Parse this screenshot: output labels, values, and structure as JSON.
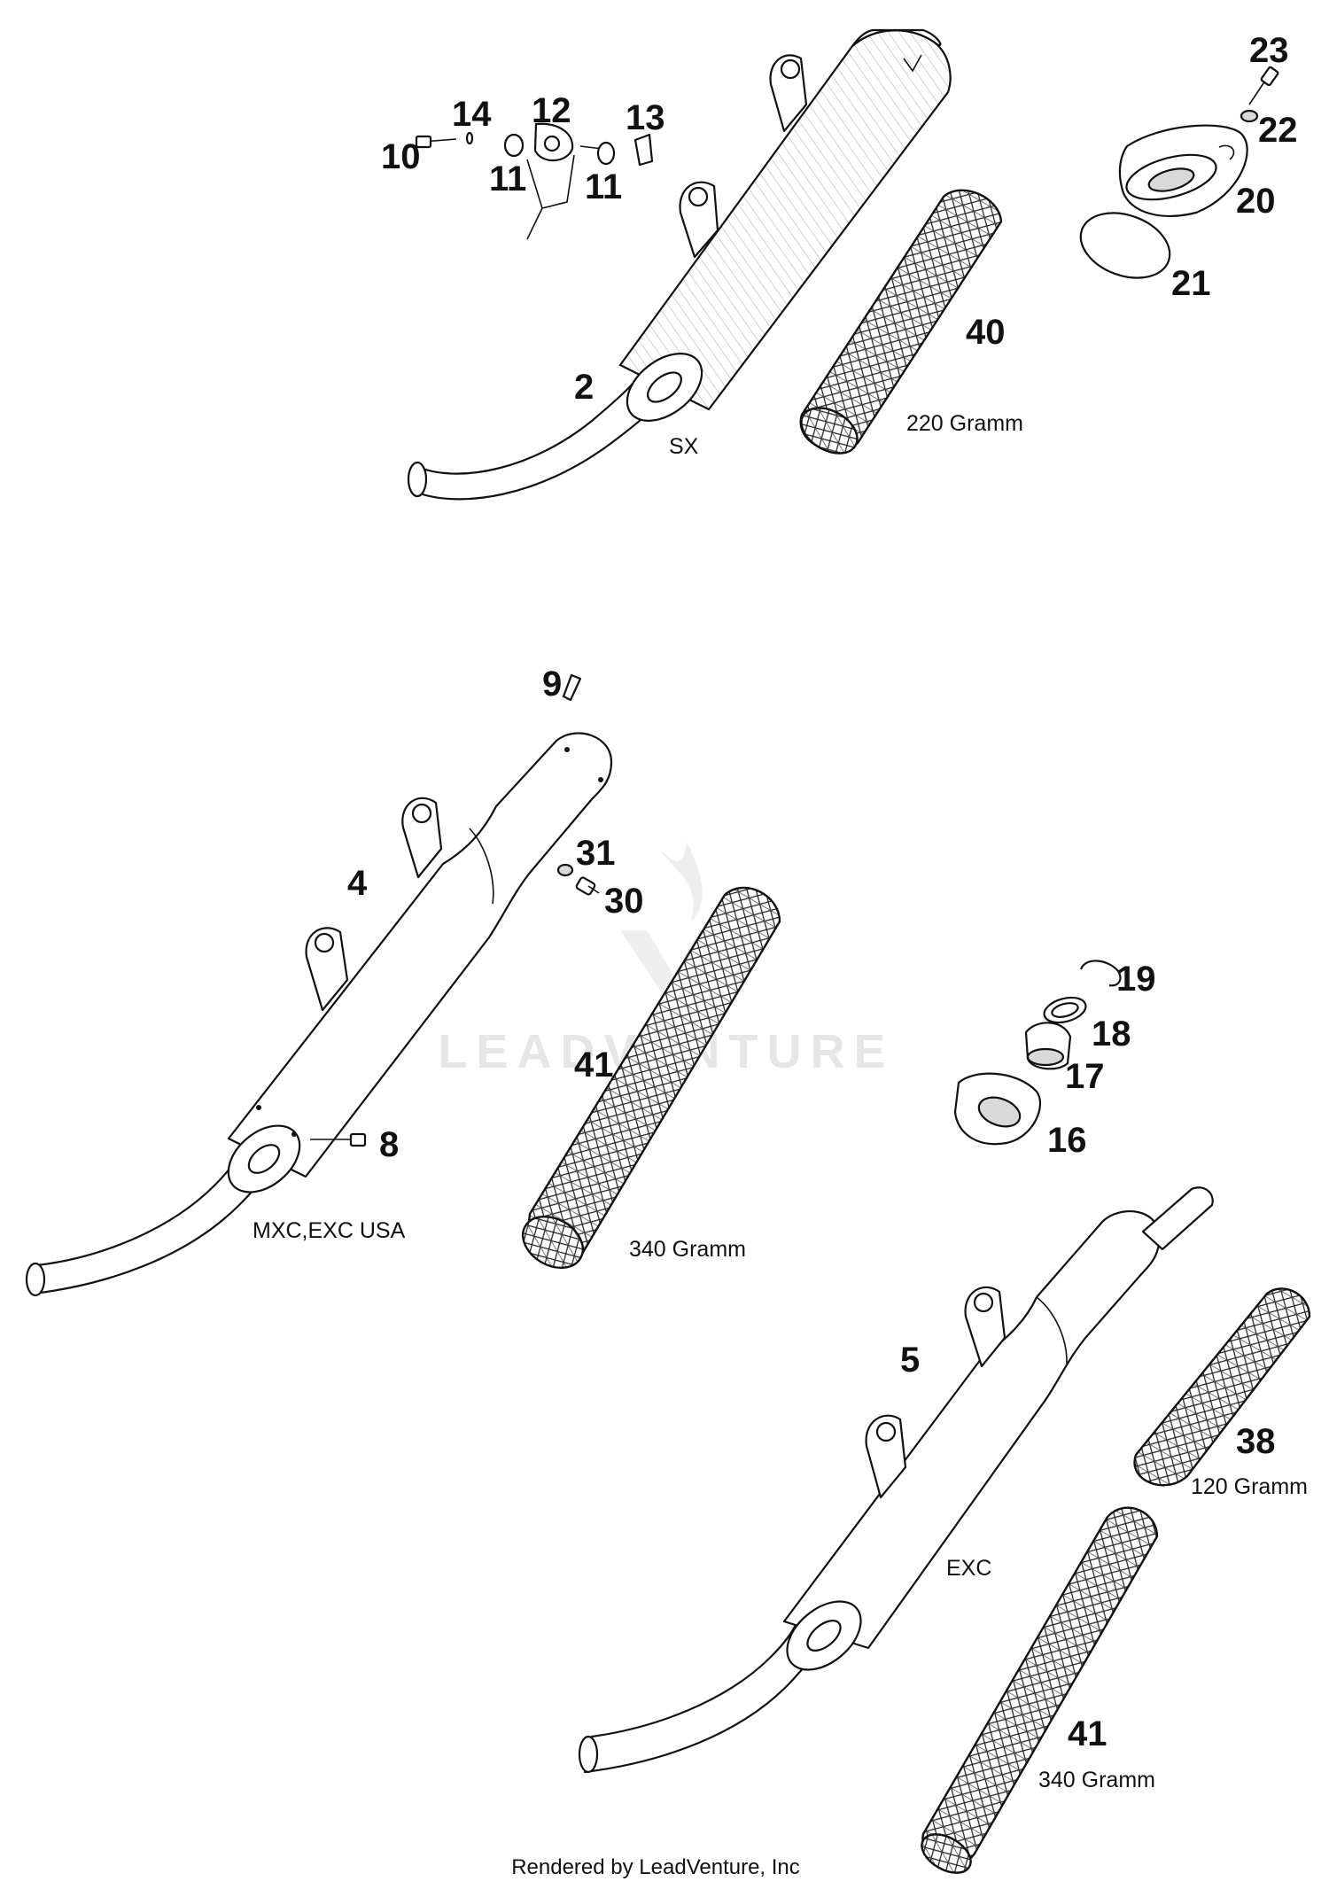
{
  "watermark": {
    "text": "LEADVENTURE"
  },
  "variants": [
    {
      "key": "sx",
      "label": "SX"
    },
    {
      "key": "mxc",
      "label": "MXC,EXC USA"
    },
    {
      "key": "exc",
      "label": "EXC"
    }
  ],
  "weights": [
    {
      "part": "40",
      "label": "220 Gramm"
    },
    {
      "part": "41a",
      "label": "340 Gramm"
    },
    {
      "part": "38",
      "label": "120 Gramm"
    },
    {
      "part": "41b",
      "label": "340 Gramm"
    }
  ],
  "callouts": [
    {
      "id": "c23",
      "label": "23"
    },
    {
      "id": "c14",
      "label": "14"
    },
    {
      "id": "c12",
      "label": "12"
    },
    {
      "id": "c13",
      "label": "13"
    },
    {
      "id": "c10",
      "label": "10"
    },
    {
      "id": "c22",
      "label": "22"
    },
    {
      "id": "c11a",
      "label": "11"
    },
    {
      "id": "c11b",
      "label": "11"
    },
    {
      "id": "c20",
      "label": "20"
    },
    {
      "id": "c21",
      "label": "21"
    },
    {
      "id": "c40",
      "label": "40"
    },
    {
      "id": "c2",
      "label": "2"
    },
    {
      "id": "c9",
      "label": "9"
    },
    {
      "id": "c4",
      "label": "4"
    },
    {
      "id": "c31",
      "label": "31"
    },
    {
      "id": "c30",
      "label": "30"
    },
    {
      "id": "c19",
      "label": "19"
    },
    {
      "id": "c41a",
      "label": "41"
    },
    {
      "id": "c18",
      "label": "18"
    },
    {
      "id": "c17",
      "label": "17"
    },
    {
      "id": "c8",
      "label": "8"
    },
    {
      "id": "c16",
      "label": "16"
    },
    {
      "id": "c5",
      "label": "5"
    },
    {
      "id": "c38",
      "label": "38"
    },
    {
      "id": "c41b",
      "label": "41"
    }
  ],
  "footer": {
    "credit": "Rendered by LeadVenture, Inc"
  }
}
